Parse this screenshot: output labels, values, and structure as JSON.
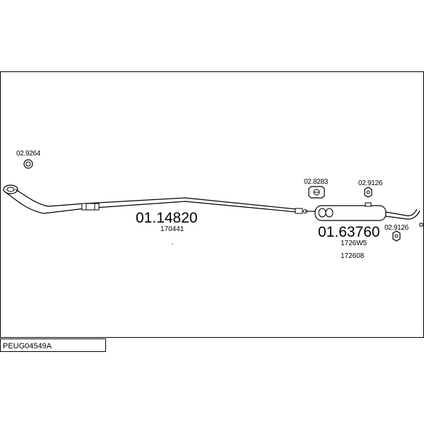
{
  "diagram": {
    "code": "PEUG04549A",
    "parts": {
      "front_pipe_number": "01.14820",
      "front_pipe_ref": "170441",
      "rear_silencer_number": "01.63760",
      "rear_silencer_ref_1": "1726W5",
      "rear_silencer_ref_2": "172608"
    },
    "fittings": {
      "gasket": "02.9264",
      "clamp": "02.8283",
      "rubber_mount_1": "02.9126",
      "rubber_mount_2": "02.9126"
    }
  }
}
